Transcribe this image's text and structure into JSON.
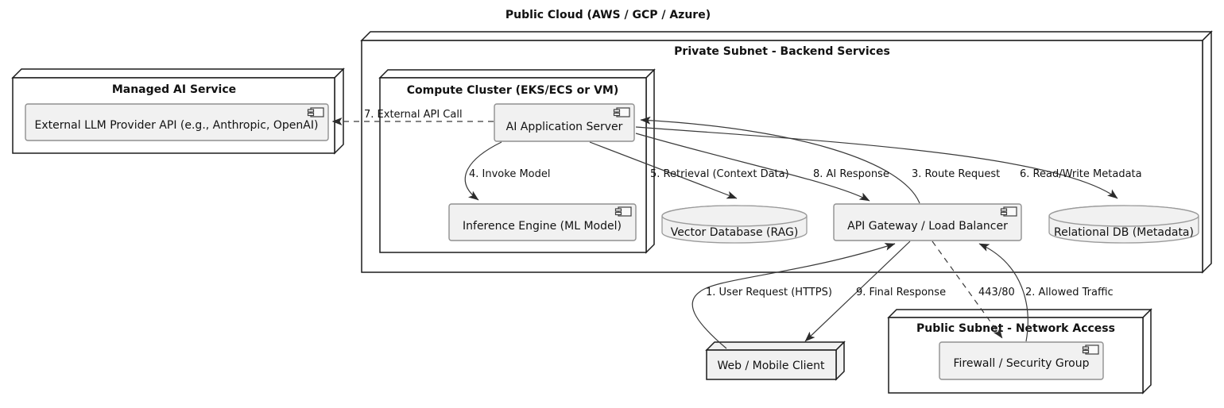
{
  "title": "Public Cloud (AWS / GCP / Azure)",
  "containers": {
    "private_subnet": {
      "label": "Private Subnet - Backend Services"
    },
    "managed_ai_service": {
      "label": "Managed AI Service"
    },
    "compute_cluster": {
      "label": "Compute Cluster (EKS/ECS or VM)"
    },
    "public_subnet": {
      "label": "Public Subnet - Network Access"
    }
  },
  "components": {
    "llm_api": {
      "label": "External LLM Provider API (e.g., Anthropic, OpenAI)"
    },
    "app_server": {
      "label": "AI Application Server"
    },
    "inference_engine": {
      "label": "Inference Engine (ML Model)"
    },
    "api_gateway": {
      "label": "API Gateway / Load Balancer"
    },
    "firewall": {
      "label": "Firewall / Security Group"
    }
  },
  "databases": {
    "vector_db": {
      "label": "Vector Database (RAG)"
    },
    "relational_db": {
      "label": "Relational DB (Metadata)"
    }
  },
  "nodes": {
    "web_client": {
      "label": "Web / Mobile Client"
    }
  },
  "edges": [
    {
      "label": "1. User Request (HTTPS)",
      "from": "Web / Mobile Client",
      "to": "API Gateway / Load Balancer",
      "style": "solid"
    },
    {
      "label": "2. Allowed Traffic",
      "from": "Firewall / Security Group",
      "to": "API Gateway / Load Balancer",
      "style": "solid"
    },
    {
      "label": "3. Route Request",
      "from": "API Gateway / Load Balancer",
      "to": "AI Application Server",
      "style": "solid"
    },
    {
      "label": "4. Invoke Model",
      "from": "AI Application Server",
      "to": "Inference Engine (ML Model)",
      "style": "solid"
    },
    {
      "label": "5. Retrieval (Context Data)",
      "from": "AI Application Server",
      "to": "Vector Database (RAG)",
      "style": "solid"
    },
    {
      "label": "6. Read/Write Metadata",
      "from": "AI Application Server",
      "to": "Relational DB (Metadata)",
      "style": "solid"
    },
    {
      "label": "7. External API Call",
      "from": "AI Application Server",
      "to": "External LLM Provider API (e.g., Anthropic, OpenAI)",
      "style": "dashed"
    },
    {
      "label": "8. AI Response",
      "from": "AI Application Server",
      "to": "API Gateway / Load Balancer",
      "style": "solid"
    },
    {
      "label": "9. Final Response",
      "from": "API Gateway / Load Balancer",
      "to": "Web / Mobile Client",
      "style": "solid"
    },
    {
      "label": "443/80",
      "from": "API Gateway / Load Balancer",
      "to": "Firewall / Security Group",
      "style": "dashed"
    }
  ],
  "colors": {
    "background": "#ffffff",
    "container_border": "#1c1c1c",
    "container_fill": "#ffffff",
    "component_fill": "#f1f1f1",
    "component_border": "#909090",
    "node_fill": "#f1f1f1",
    "edge": "#3a3a3a",
    "text": "#121212"
  }
}
